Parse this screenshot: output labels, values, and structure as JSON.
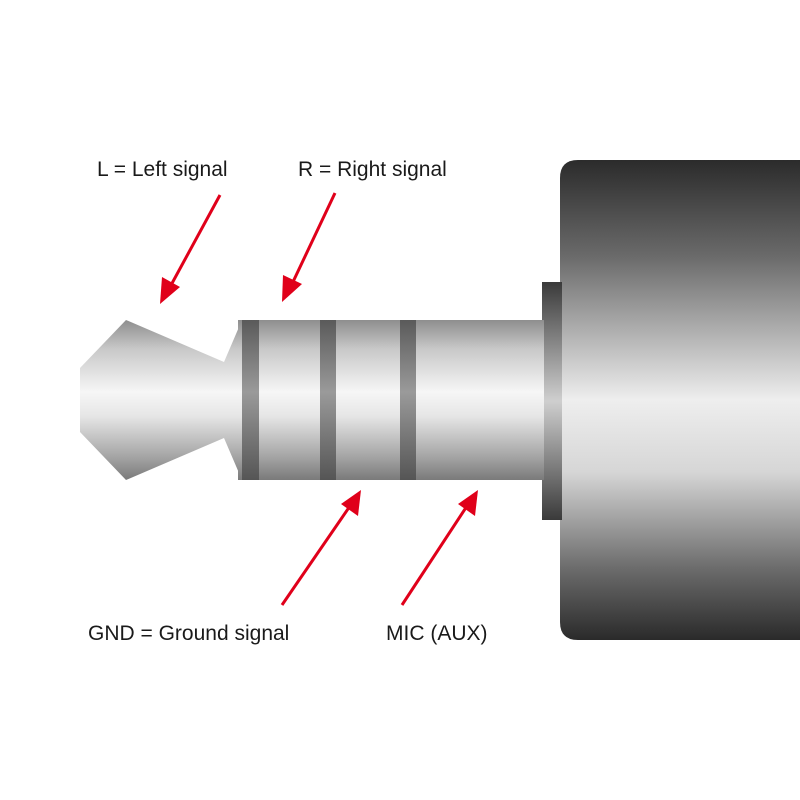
{
  "labels": {
    "left": "L = Left signal",
    "right": "R = Right signal",
    "ground": "GND = Ground signal",
    "mic": "MIC (AUX)"
  },
  "colors": {
    "arrow": "#e0001a",
    "text": "#1a1a1a",
    "metal_light": "#f4f4f4",
    "metal_dark": "#8a8a8a",
    "band": "#7c7c7c",
    "housing_dark": "#2a2a2a"
  },
  "parts": [
    "tip",
    "ring-1",
    "ring-2",
    "sleeve",
    "collar",
    "housing"
  ]
}
